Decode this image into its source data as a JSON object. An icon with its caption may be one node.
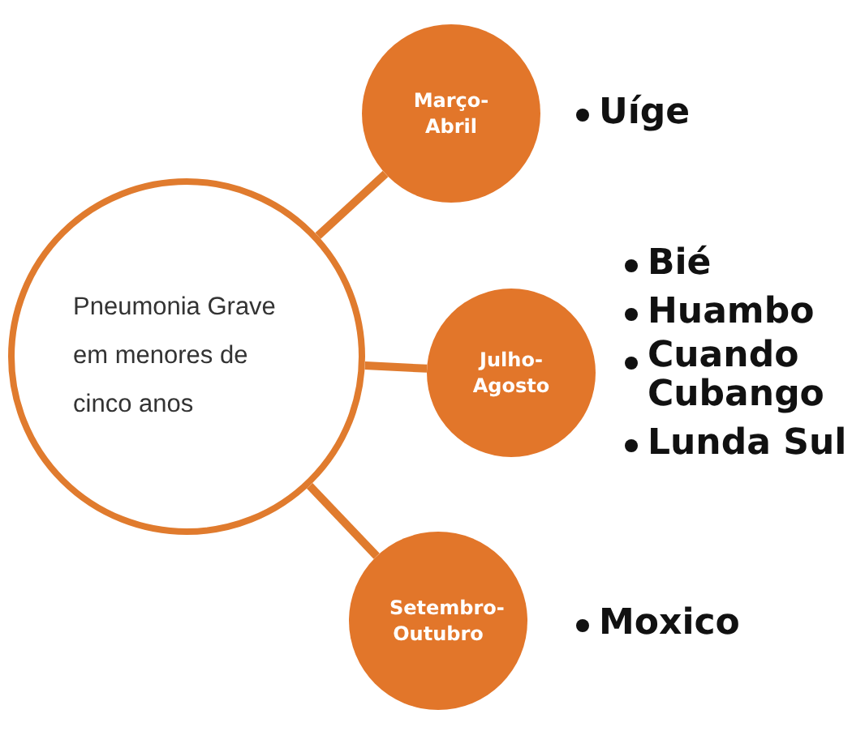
{
  "diagram": {
    "nodes": [
      {
        "text": [
          "Pneumonia Grave em menores de cinco anos"
        ]
      },
      {
        "text": [
          "Março-Abril"
        ],
        "beside": [
          "Uíge"
        ]
      },
      {
        "text": [
          "Julho-Agosto"
        ],
        "beside": [
          "Bié",
          "Huambo",
          "Cuando Cubango",
          "Lunda Sul"
        ]
      },
      {
        "text": [
          "Setembro-Outubro"
        ],
        "beside": [
          "Moxico"
        ]
      }
    ],
    "edges": [
      {
        "from": 0,
        "to": 1,
        "arrow": "none"
      },
      {
        "from": 0,
        "to": 2,
        "arrow": "none"
      },
      {
        "from": 0,
        "to": 3,
        "arrow": "none"
      }
    ]
  }
}
